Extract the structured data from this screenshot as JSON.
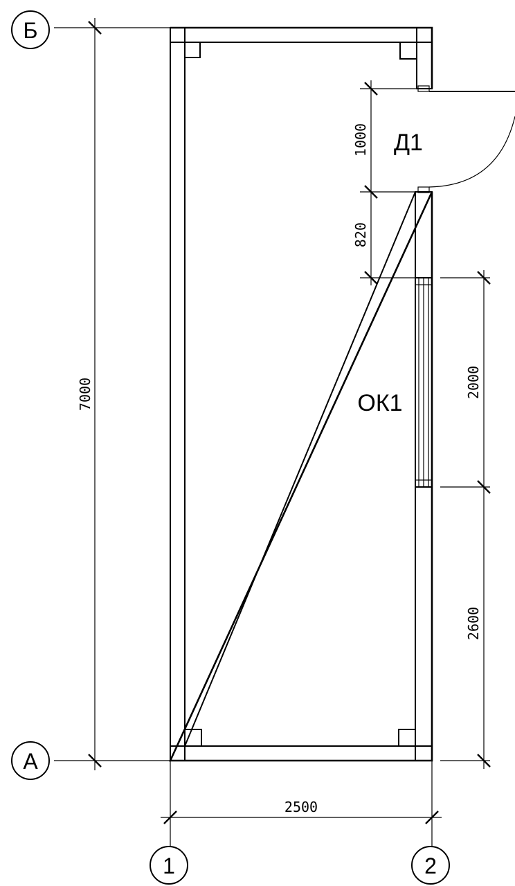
{
  "axes": {
    "row_top": "Б",
    "row_bottom": "А",
    "col_left": "1",
    "col_right": "2"
  },
  "dimensions": {
    "overall_height": "7000",
    "overall_width": "2500",
    "door_width": "1000",
    "door_offset": "820",
    "window_width": "2000",
    "window_offset": "2600"
  },
  "labels": {
    "door": "Д1",
    "window": "ОК1"
  }
}
